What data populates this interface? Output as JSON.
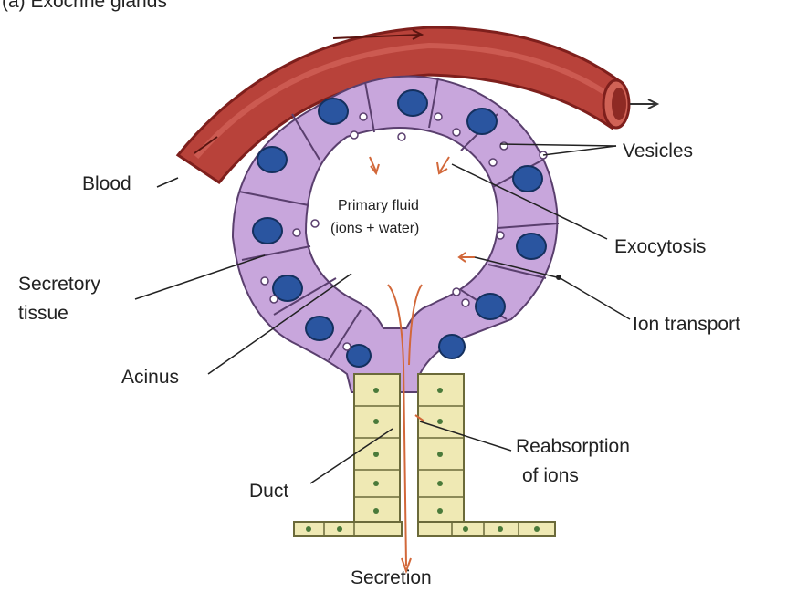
{
  "title": "(a) Exocrine glands",
  "labels": {
    "blood": "Blood",
    "vesicles": "Vesicles",
    "primary_fluid_line1": "Primary fluid",
    "primary_fluid_line2": "(ions + water)",
    "exocytosis": "Exocytosis",
    "secretory_line1": "Secretory",
    "secretory_line2": "tissue",
    "ion_transport": "Ion transport",
    "acinus": "Acinus",
    "reabsorption_line1": "Reabsorption",
    "reabsorption_line2": "of ions",
    "duct": "Duct",
    "secretion": "Secretion"
  },
  "colors": {
    "vessel": "#b8423a",
    "vessel_dark": "#7e1f1c",
    "cell_fill": "#c8a6dc",
    "cell_stroke": "#5a3f6e",
    "nucleus": "#2a55a0",
    "duct_fill": "#efe9b4",
    "duct_stroke": "#6b6a3a",
    "arrow_orange": "#d2683a"
  }
}
